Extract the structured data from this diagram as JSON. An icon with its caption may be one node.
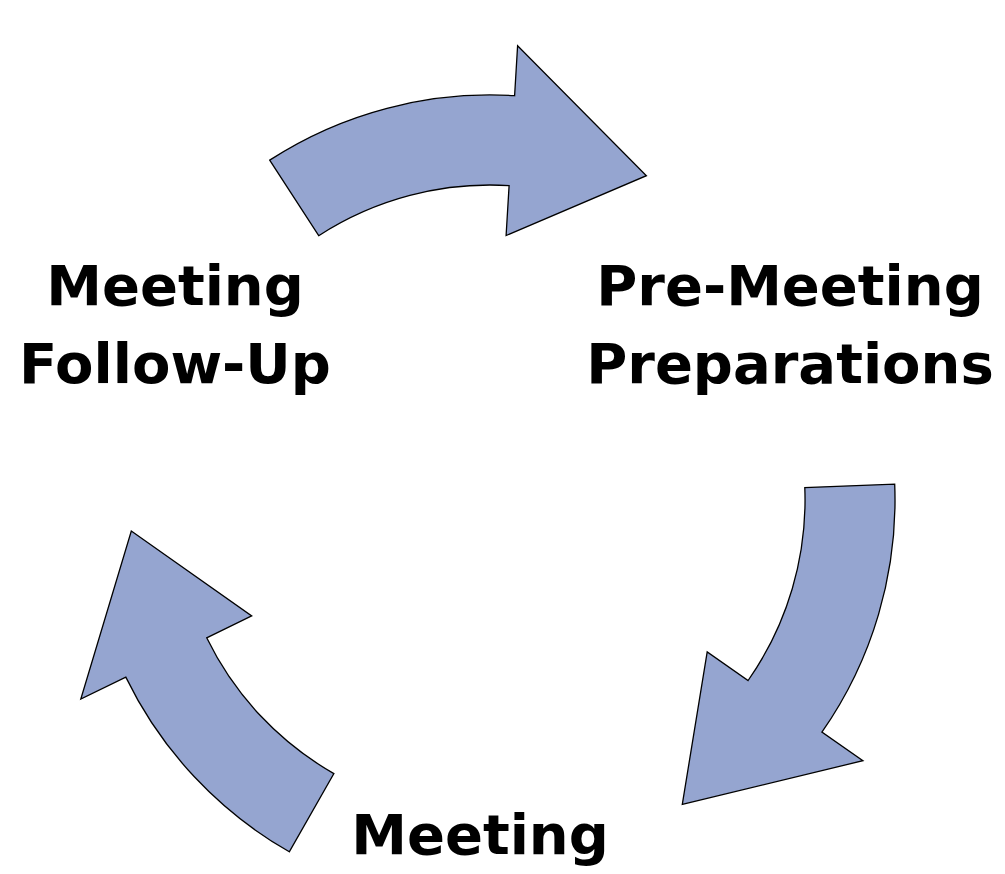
{
  "diagram": {
    "nodes": [
      {
        "text": [
          "Meeting Follow-Up"
        ]
      },
      {
        "text": [
          "Pre-Meeting Preparations"
        ]
      },
      {
        "text": [
          "Meeting"
        ]
      }
    ],
    "edges": [
      {
        "from": 0,
        "to": 1,
        "arrow": "to"
      },
      {
        "from": 1,
        "to": 2,
        "arrow": "to"
      },
      {
        "from": 2,
        "to": 0,
        "arrow": "to"
      }
    ]
  }
}
